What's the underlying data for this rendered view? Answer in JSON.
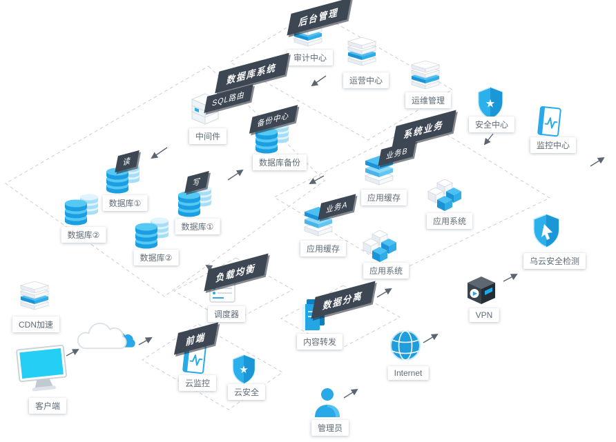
{
  "banners": {
    "backend": "后台管理",
    "database": "数据库系统",
    "sql_route": "SQL路由",
    "backup": "备份中心",
    "read": "读",
    "write": "写",
    "business": "系统业务",
    "business_b": "业务B",
    "business_a": "业务A",
    "load_balance": "负载均衡",
    "data_split": "数据分离",
    "frontend": "前端"
  },
  "nodes": {
    "audit": "审计中心",
    "operation": "运营中心",
    "devops": "运维管理",
    "security": "安全中心",
    "monitor": "监控中心",
    "middleware": "中间件",
    "db_backup": "数据库备份",
    "read_db1": "数据库①",
    "read_db2": "数据库②",
    "write_db1": "数据库①",
    "write_db2": "数据库②",
    "cache_b": "应用缓存",
    "system_b": "应用系统",
    "cache_a": "应用缓存",
    "system_a": "应用系统",
    "wooyun": "乌云安全检测",
    "vpn": "VPN",
    "scheduler": "调度器",
    "forward": "内容转发",
    "cdn": "CDN加速",
    "cloud_monitor": "云监控",
    "cloud_security": "云安全",
    "internet": "Internet",
    "client": "客户端",
    "admin": "管理员"
  },
  "colors": {
    "accent_blue": "#29a9e8",
    "banner_dark": "#3d4754",
    "label_text": "#5f6b76",
    "platform_dash": "#c9ced4",
    "arrow": "#5a6570"
  }
}
